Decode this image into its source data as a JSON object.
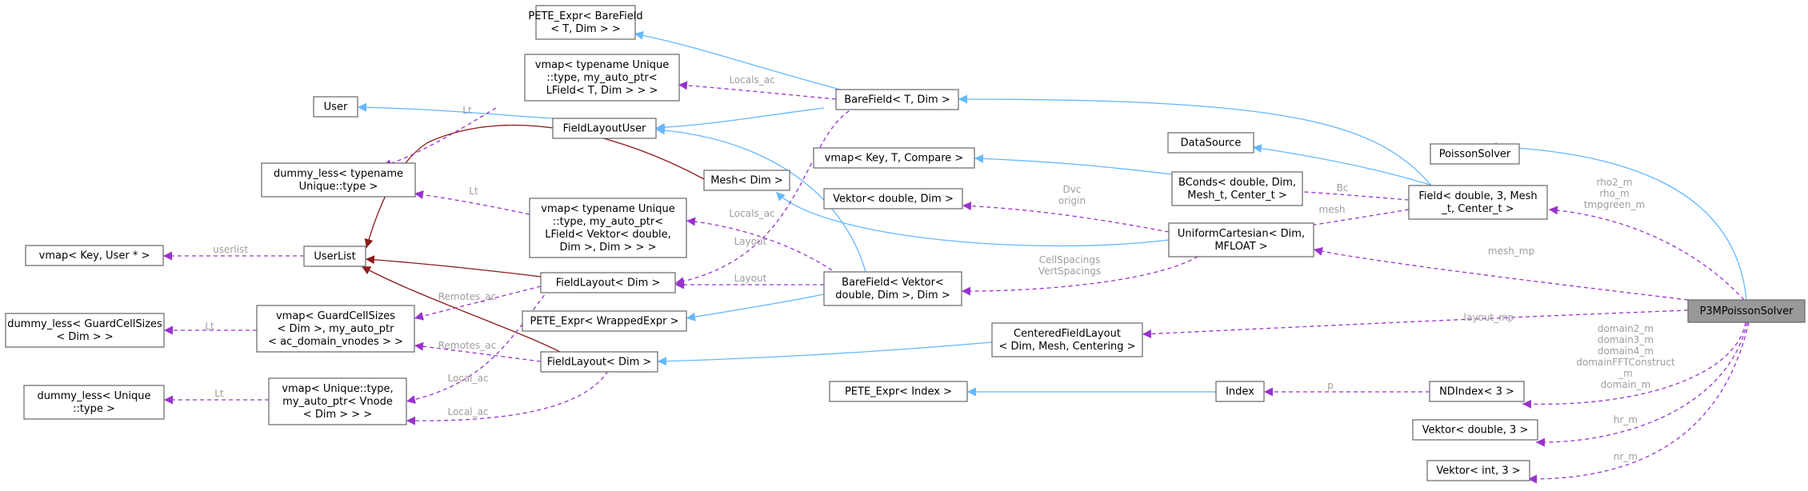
{
  "nodes": [
    {
      "id": "n_pete_bare",
      "lines": [
        "PETE_Expr< BareField",
        "< T, Dim > >"
      ]
    },
    {
      "id": "n_vmap_lfield",
      "lines": [
        "vmap< typename Unique",
        "::type, my_auto_ptr<",
        "LField< T, Dim > > >"
      ]
    },
    {
      "id": "n_user",
      "lines": [
        "User"
      ]
    },
    {
      "id": "n_fieldlayoutuser",
      "lines": [
        "FieldLayoutUser"
      ]
    },
    {
      "id": "n_barefield",
      "lines": [
        "BareField< T, Dim >"
      ]
    },
    {
      "id": "n_dummy_unique_type",
      "lines": [
        "dummy_less< typename",
        "Unique::type >"
      ]
    },
    {
      "id": "n_mesh",
      "lines": [
        "Mesh< Dim >"
      ]
    },
    {
      "id": "n_vmap_keytc",
      "lines": [
        "vmap< Key, T, Compare >"
      ]
    },
    {
      "id": "n_datasource",
      "lines": [
        "DataSource"
      ]
    },
    {
      "id": "n_poissonsolver",
      "lines": [
        "PoissonSolver"
      ]
    },
    {
      "id": "n_bconds",
      "lines": [
        "BConds< double, Dim,",
        "Mesh_t, Center_t >"
      ]
    },
    {
      "id": "n_field",
      "lines": [
        "Field< double, 3, Mesh",
        "_t, Center_t >"
      ]
    },
    {
      "id": "n_vektor_dd",
      "lines": [
        "Vektor< double, Dim >"
      ]
    },
    {
      "id": "n_vmap_lfield_vektor",
      "lines": [
        "vmap< typename Unique",
        "::type, my_auto_ptr<",
        "LField< Vektor< double,",
        "Dim >, Dim > > >"
      ]
    },
    {
      "id": "n_uniformcart",
      "lines": [
        "UniformCartesian< Dim,",
        "MFLOAT >"
      ]
    },
    {
      "id": "n_vmap_keyuser",
      "lines": [
        "vmap< Key, User * >"
      ]
    },
    {
      "id": "n_userlist",
      "lines": [
        "UserList"
      ]
    },
    {
      "id": "n_fieldlayout1",
      "lines": [
        "FieldLayout< Dim >"
      ]
    },
    {
      "id": "n_barefield_vektor",
      "lines": [
        "BareField< Vektor<",
        "double, Dim >, Dim >"
      ]
    },
    {
      "id": "n_dummy_gcs",
      "lines": [
        "dummy_less< GuardCellSizes",
        "< Dim > >"
      ]
    },
    {
      "id": "n_vmap_gcs",
      "lines": [
        "vmap< GuardCellSizes",
        "< Dim >, my_auto_ptr",
        "< ac_domain_vnodes > >"
      ]
    },
    {
      "id": "n_pete_wrapped",
      "lines": [
        "PETE_Expr< WrappedExpr >"
      ]
    },
    {
      "id": "n_centered",
      "lines": [
        "CenteredFieldLayout",
        "< Dim, Mesh, Centering >"
      ]
    },
    {
      "id": "n_p3m",
      "lines": [
        "P3MPoissonSolver"
      ]
    },
    {
      "id": "n_fieldlayout2",
      "lines": [
        "FieldLayout< Dim >"
      ]
    },
    {
      "id": "n_dummy_unique",
      "lines": [
        "dummy_less< Unique",
        "::type >"
      ]
    },
    {
      "id": "n_vmap_vnode",
      "lines": [
        "vmap< Unique::type,",
        "my_auto_ptr< Vnode",
        "< Dim > > >"
      ]
    },
    {
      "id": "n_pete_index",
      "lines": [
        "PETE_Expr< Index >"
      ]
    },
    {
      "id": "n_index",
      "lines": [
        "Index"
      ]
    },
    {
      "id": "n_ndindex",
      "lines": [
        "NDIndex< 3 >"
      ]
    },
    {
      "id": "n_vektor_d3",
      "lines": [
        "Vektor< double, 3 >"
      ]
    },
    {
      "id": "n_vektor_i3",
      "lines": [
        "Vektor< int, 3 >"
      ]
    }
  ],
  "edge_labels": {
    "locals_ac_1": [
      "Locals_ac"
    ],
    "lt_1": [
      "Lt"
    ],
    "lt_2": [
      "Lt"
    ],
    "lt_3": [
      "Lt"
    ],
    "lt_4": [
      "Lt"
    ],
    "userlist": [
      "userlist"
    ],
    "bc": [
      "Bc"
    ],
    "dvc_origin": [
      "Dvc",
      "origin"
    ],
    "mesh": [
      "mesh"
    ],
    "locals_ac_2": [
      "Locals_ac"
    ],
    "layout_1": [
      "Layout"
    ],
    "layout_2": [
      "Layout"
    ],
    "cellspacings": [
      "CellSpacings",
      "VertSpacings"
    ],
    "mesh_mp": [
      "mesh_mp"
    ],
    "remotes_ac_1": [
      "Remotes_ac"
    ],
    "remotes_ac_2": [
      "Remotes_ac"
    ],
    "layout_mp": [
      "layout_mp"
    ],
    "local_ac_1": [
      "Local_ac"
    ],
    "local_ac_2": [
      "Local_ac"
    ],
    "p": [
      "p"
    ],
    "rho": [
      "rho2_m",
      "rho_m",
      "tmpgreen_m"
    ],
    "domains": [
      "domain2_m",
      "domain3_m",
      "domain4_m",
      "domainFFTConstruct",
      "_m",
      "domain_m"
    ],
    "hr_m": [
      "hr_m"
    ],
    "nr_m": [
      "nr_m"
    ]
  },
  "colors": {
    "inheritance": "#63b8ff",
    "usage": "#9a32cd",
    "ownership": "#8b1a1a",
    "highlight_fill": "#999999",
    "label_text": "#9e9e9e"
  }
}
